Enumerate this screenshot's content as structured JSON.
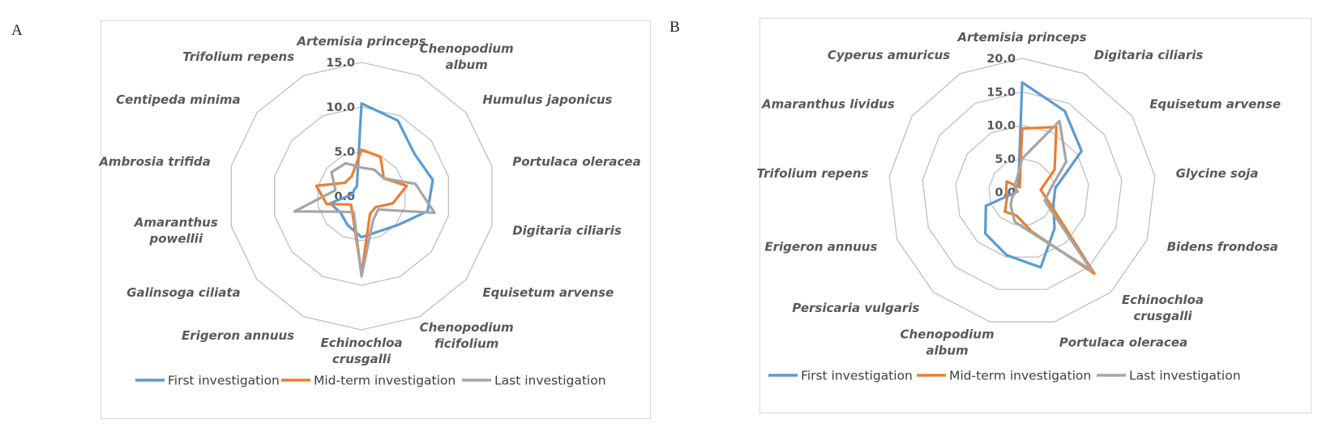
{
  "panels": {
    "a": {
      "letter": "A"
    },
    "b": {
      "letter": "B"
    }
  },
  "colors": {
    "first": "#5B9BD5",
    "mid": "#ED7D31",
    "last": "#A5A5A5",
    "grid": "#BFBFBF",
    "text": "#595959"
  },
  "chart_data": [
    {
      "type": "radar",
      "id": "A",
      "title": "",
      "rmin": 0,
      "rmax": 15,
      "ticks": [
        "0.0",
        "5.0",
        "10.0",
        "15.0"
      ],
      "tick_values": [
        0,
        5,
        10,
        15
      ],
      "categories": [
        "Artemisia princeps",
        "Chenopodium album",
        "Humulus japonicus",
        "Portulaca oleracea",
        "Digitaria ciliaris",
        "Equisetum arvense",
        "Chenopodium ficifolium",
        "Echinochloa crusgalli",
        "Erigeron annuus",
        "Galinsoga ciliata",
        "Amaranthus powellii",
        "Ambrosia trifida",
        "Centipeda minima",
        "Trifolium repens"
      ],
      "series": [
        {
          "name": "First investigation",
          "color": "#5B9BD5",
          "values": [
            10.4,
            9.4,
            7.6,
            8.2,
            7.6,
            5.2,
            4.4,
            4.6,
            3.6,
            3.0,
            3.6,
            1.0,
            1.1,
            1.2
          ]
        },
        {
          "name": "Mid-term investigation",
          "color": "#ED7D31",
          "values": [
            5.2,
            4.9,
            3.2,
            5.2,
            3.6,
            2.0,
            2.2,
            8.7,
            2.3,
            1.5,
            4.0,
            5.2,
            2.4,
            2.5
          ]
        },
        {
          "name": "Last investigation",
          "color": "#A5A5A5",
          "values": [
            3.2,
            3.3,
            3.2,
            6.2,
            8.4,
            2.4,
            3.0,
            9.0,
            2.0,
            2.8,
            7.7,
            3.0,
            4.3,
            4.1
          ]
        }
      ],
      "legend_position": "bottom"
    },
    {
      "type": "radar",
      "id": "B",
      "title": "",
      "rmin": 0,
      "rmax": 20,
      "ticks": [
        "0.0",
        "5.0",
        "10.0",
        "15.0",
        "20.0"
      ],
      "tick_values": [
        0,
        5,
        10,
        15,
        20
      ],
      "categories": [
        "Artemisia princeps",
        "Digitaria ciliaris",
        "Equisetum arvense",
        "Glycine soja",
        "Bidens frondosa",
        "Echinochloa crusgalli",
        "Portulaca oleracea",
        "Chenopodium album",
        "Persicaria vulgaris",
        "Erigeron annuus",
        "Trifolium repens",
        "Amaranthus lividus",
        "Cyperus amuricus"
      ],
      "series": [
        {
          "name": "First investigation",
          "color": "#5B9BD5",
          "values": [
            16.4,
            13.7,
            10.8,
            5.0,
            5.0,
            7.3,
            11.6,
            9.7,
            8.3,
            5.8,
            0.7,
            1.4,
            1.2
          ]
        },
        {
          "name": "Mid-term investigation",
          "color": "#ED7D31",
          "values": [
            9.5,
            11.0,
            5.9,
            2.8,
            4.3,
            16.3,
            6.1,
            3.6,
            3.9,
            2.4,
            2.4,
            2.8,
            0.8
          ]
        },
        {
          "name": "Last investigation",
          "color": "#A5A5A5",
          "values": [
            5.0,
            12.0,
            8.0,
            4.3,
            3.6,
            15.6,
            6.3,
            4.6,
            2.6,
            1.5,
            0.8,
            1.4,
            1.9
          ]
        }
      ],
      "legend_position": "bottom"
    }
  ]
}
